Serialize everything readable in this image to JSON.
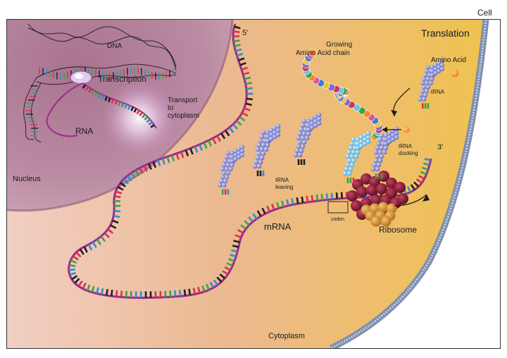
{
  "labels": {
    "cell": "Cell",
    "translation": "Translation",
    "dna": "DNA",
    "transcription": "Transcription",
    "rna": "RNA",
    "nucleus": "Nucleus",
    "transport_line1": "Transport",
    "transport_line2": "to",
    "transport_line3": "cytoplasm",
    "five_prime": "5'",
    "three_prime": "3'",
    "growing_line1": "Growing",
    "growing_line2": "Amino Acid chain",
    "amino_acid": "Amino Acid",
    "trna": "tRNA",
    "trna_docking_line1": "tRNA",
    "trna_docking_line2": "docking",
    "trna_leaving_line1": "tRNA",
    "trna_leaving_line2": "leaving",
    "codon": "codon",
    "mrna": "mRNA",
    "ribosome": "Ribosome",
    "cytoplasm": "Cytoplasm"
  },
  "colors": {
    "cytoplasm_left": "#f2c7b8",
    "cytoplasm_right": "#efc24a",
    "nucleus": "#b5829b",
    "nucleus_dark": "#8e5a78",
    "mrna_backbone": "#9b2a8c",
    "base_colors": [
      "#1f1f1f",
      "#2f8ed0",
      "#3aa34a",
      "#d6334f"
    ],
    "trna": "#6e73c9",
    "trna_light": "#6fc2e8",
    "ribosome_dark": "#7a1028",
    "ribosome_light": "#d7962c",
    "membrane": "#8a98b4"
  },
  "icons": [
    "trna-molecule-icon",
    "ribosome-icon",
    "amino-acid-bead-icon"
  ]
}
